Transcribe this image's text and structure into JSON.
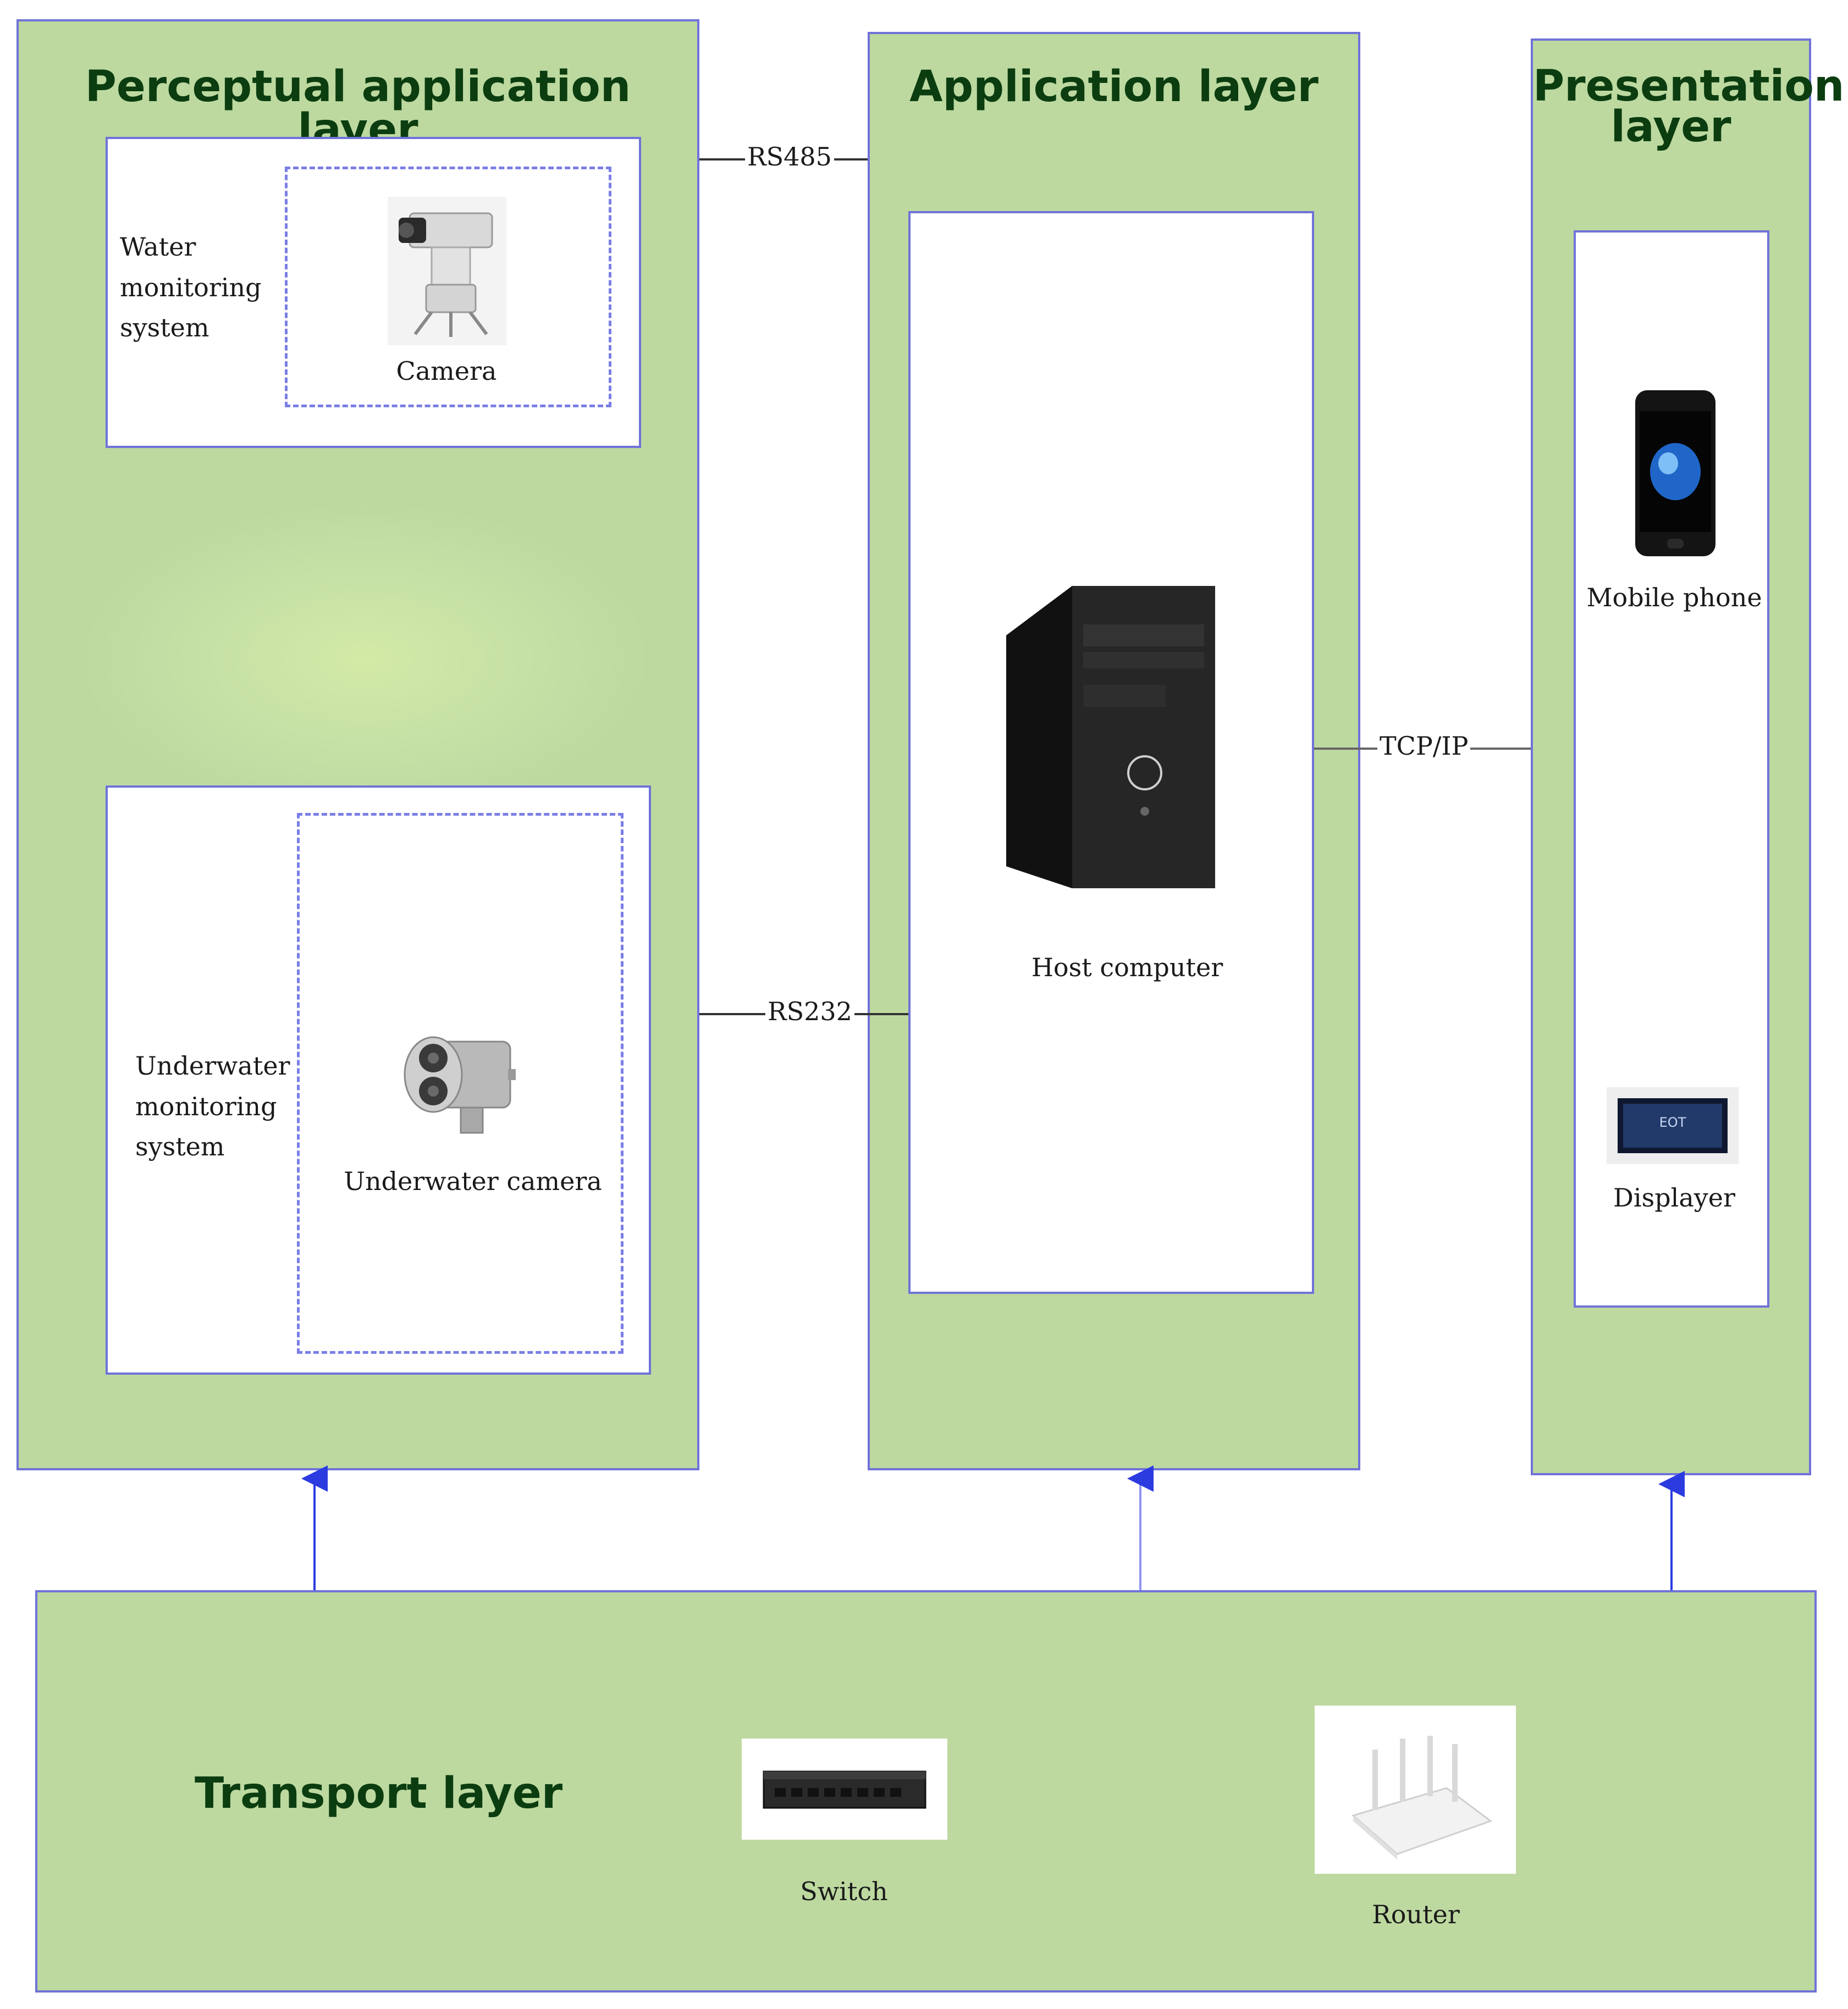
{
  "layers": {
    "perceptual": {
      "title": "Perceptual application layer"
    },
    "application": {
      "title": "Application layer"
    },
    "presentation": {
      "title_line1": "Presentation",
      "title_line2": "layer"
    },
    "transport": {
      "title": "Transport layer"
    }
  },
  "perceptual_panels": {
    "water": {
      "label": "Water\nmonitoring\nsystem",
      "device_caption": "Camera",
      "device_icon": "ptz-camera-icon"
    },
    "underwater": {
      "label": "Underwater\nmonitoring\nsystem",
      "device_caption": "Underwater camera",
      "device_icon": "underwater-camera-icon"
    }
  },
  "application_panel": {
    "device_caption": "Host computer",
    "device_icon": "desktop-tower-icon"
  },
  "presentation_panel": {
    "phone_caption": "Mobile phone",
    "phone_icon": "smartphone-icon",
    "display_caption": "Displayer",
    "display_icon": "monitor-icon",
    "display_screen_text": "EOT"
  },
  "transport_devices": {
    "switch": {
      "caption": "Switch",
      "icon": "network-switch-icon"
    },
    "router": {
      "caption": "Router",
      "icon": "wifi-router-icon"
    }
  },
  "links": {
    "rs485": "RS485",
    "rs232": "RS232",
    "tcpip": "TCP/IP"
  },
  "colors": {
    "layer_fill": "#bdd9a0",
    "border": "#6f73d8",
    "dashed": "#7b7fe6",
    "title": "#0b3d10",
    "arrow": "#2b3be0"
  }
}
